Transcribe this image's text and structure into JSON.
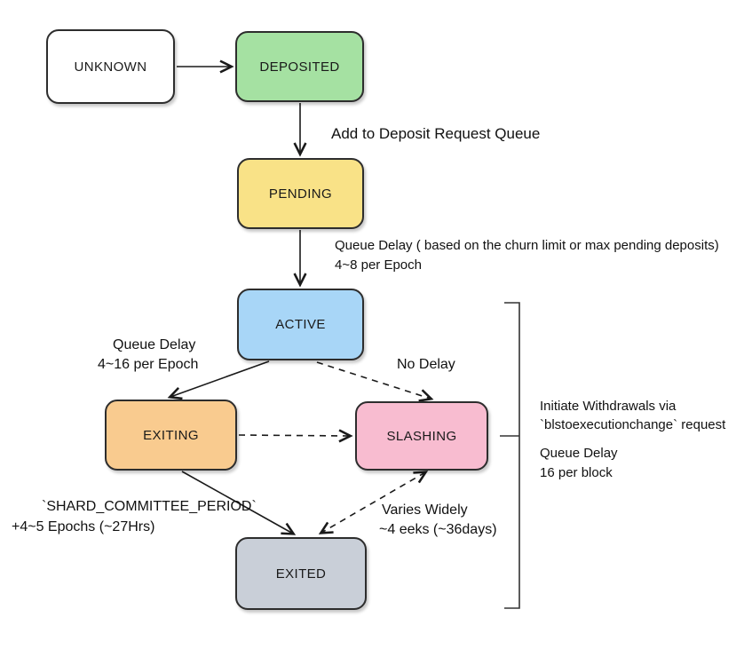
{
  "diagram": {
    "type": "state-diagram",
    "nodes": [
      {
        "id": "unknown",
        "label": "UNKNOWN",
        "fill": "#ffffff"
      },
      {
        "id": "deposited",
        "label": "DEPOSITED",
        "fill": "#a5e1a2"
      },
      {
        "id": "pending",
        "label": "PENDING",
        "fill": "#f9e287"
      },
      {
        "id": "active",
        "label": "ACTIVE",
        "fill": "#a8d6f7"
      },
      {
        "id": "exiting",
        "label": "EXITING",
        "fill": "#f9cb8f"
      },
      {
        "id": "slashing",
        "label": "SLASHING",
        "fill": "#f8bcd0"
      },
      {
        "id": "exited",
        "label": "EXITED",
        "fill": "#c9cfd8"
      }
    ],
    "edges": [
      {
        "from": "unknown",
        "to": "deposited",
        "style": "solid"
      },
      {
        "from": "deposited",
        "to": "pending",
        "style": "solid",
        "label": "Add to Deposit Request Queue"
      },
      {
        "from": "pending",
        "to": "active",
        "style": "solid",
        "label": "Queue Delay ( based on the churn limit or max pending deposits) 4~8 per Epoch"
      },
      {
        "from": "active",
        "to": "exiting",
        "style": "solid",
        "label": "Queue Delay 4~16 per Epoch"
      },
      {
        "from": "active",
        "to": "slashing",
        "style": "dashed",
        "label": "No Delay"
      },
      {
        "from": "exiting",
        "to": "slashing",
        "style": "dashed"
      },
      {
        "from": "exiting",
        "to": "exited",
        "style": "solid",
        "label": "`SHARD_COMMITTEE_PERIOD` +4~5 Epochs (~27Hrs)"
      },
      {
        "from": "slashing",
        "to": "exited",
        "style": "dashed",
        "label": "Varies Widely ~4 eeks (~36days)"
      }
    ],
    "annotations": {
      "add_queue": "Add to Deposit Request Queue",
      "pending_delay_line1": "Queue Delay ( based on the churn limit or max pending deposits)",
      "pending_delay_line2": "4~8 per Epoch",
      "exit_delay_line1": "Queue Delay",
      "exit_delay_line2": "4~16 per Epoch",
      "no_delay": "No Delay",
      "shard_line1": "`SHARD_COMMITTEE_PERIOD`",
      "shard_line2": "+4~5 Epochs (~27Hrs)",
      "varies_line1": "Varies Widely",
      "varies_line2": "~4 eeks (~36days)",
      "bracket_line1": "Initiate Withdrawals via",
      "bracket_line2": "`blstoexecutionchange` request",
      "bracket_line3": "Queue Delay",
      "bracket_line4": "16 per block"
    },
    "colors": {
      "border": "#2d2d2d",
      "line": "#1a1a1a",
      "background": "#ffffff"
    }
  }
}
